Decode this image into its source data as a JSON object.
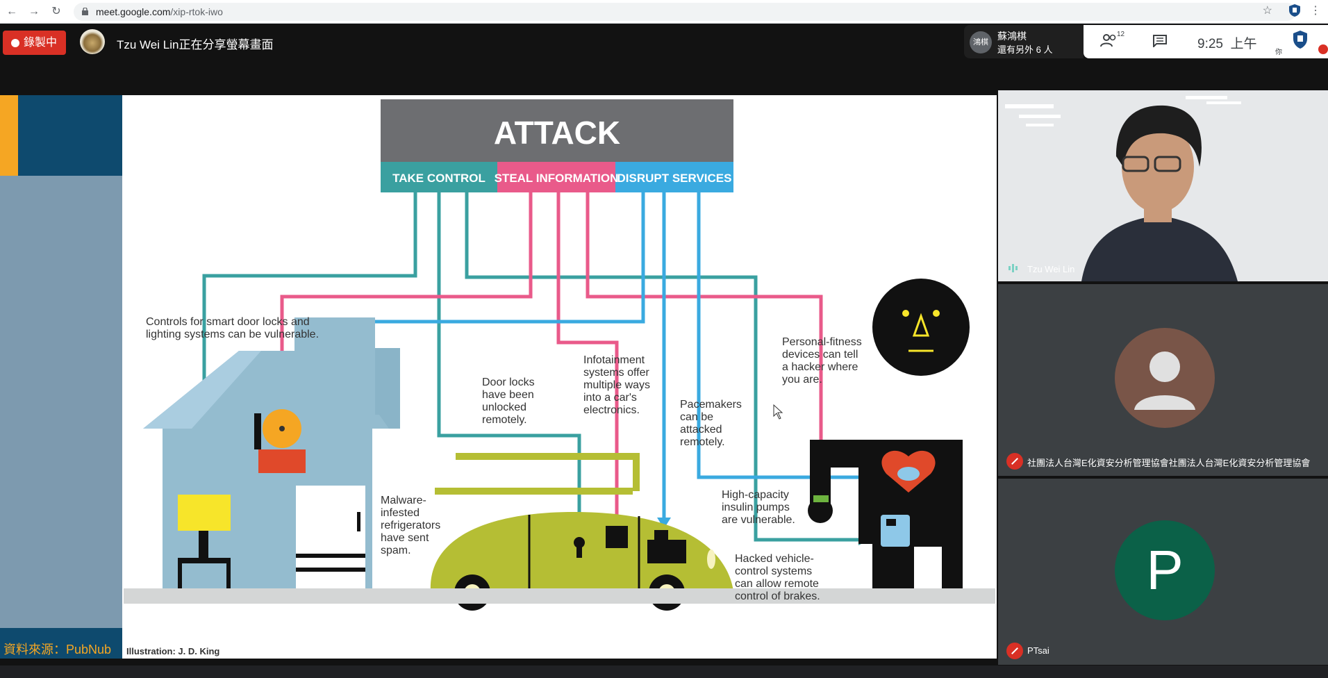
{
  "browser": {
    "url_host": "meet.google.com",
    "url_path": "/xip-rtok-iwo"
  },
  "meeting": {
    "recording_label": "錄製中",
    "presenter_text": "Tzu Wei Lin正在分享螢幕畫面",
    "chip_avatar_text": "鴻棋",
    "chip_name": "蘇鴻棋",
    "chip_sub": "還有另外 6 人",
    "people_count": "12",
    "time": "9:25",
    "ampm": "上午",
    "you_label": "你"
  },
  "slide": {
    "source_label": "資料來源：PubNub",
    "illustration_credit": "Illustration: J. D. King",
    "diagram": {
      "title": "ATTACK",
      "categories": [
        "TAKE CONTROL",
        "STEAL INFORMATION",
        "DISRUPT SERVICES"
      ],
      "captions": {
        "smart_home": [
          "Controls for smart door locks and",
          "lighting systems can be vulnerable."
        ],
        "door_locks": [
          "Door locks",
          "have been",
          "unlocked",
          "remotely."
        ],
        "infotainment": [
          "Infotainment",
          "systems offer",
          "multiple ways",
          "into a car's",
          "electronics."
        ],
        "pacemakers": [
          "Pacemakers",
          "can be",
          "attacked",
          "remotely."
        ],
        "fitness": [
          "Personal-fitness",
          "devices can tell",
          "a hacker where",
          "you are."
        ],
        "fridge": [
          "Malware-",
          "infested",
          "refrigerators",
          "have sent",
          "spam."
        ],
        "insulin": [
          "High-capacity",
          "insulin pumps",
          "are vulnerable."
        ],
        "vehicle": [
          "Hacked vehicle-",
          "control systems",
          "can allow remote",
          "control of brakes."
        ]
      }
    }
  },
  "participants": [
    {
      "name": "Tzu Wei Lin"
    },
    {
      "name": "社團法人台灣E化資安分析管理協會社團法人台灣E化資安分析管理協會"
    },
    {
      "name": "PTsai",
      "initial": "P"
    }
  ],
  "colors": {
    "teal": "#3aa0a0",
    "pink": "#e95a8a",
    "blue": "#3aaae0",
    "attack_gray": "#6d6e71",
    "recording_red": "#d93025"
  }
}
